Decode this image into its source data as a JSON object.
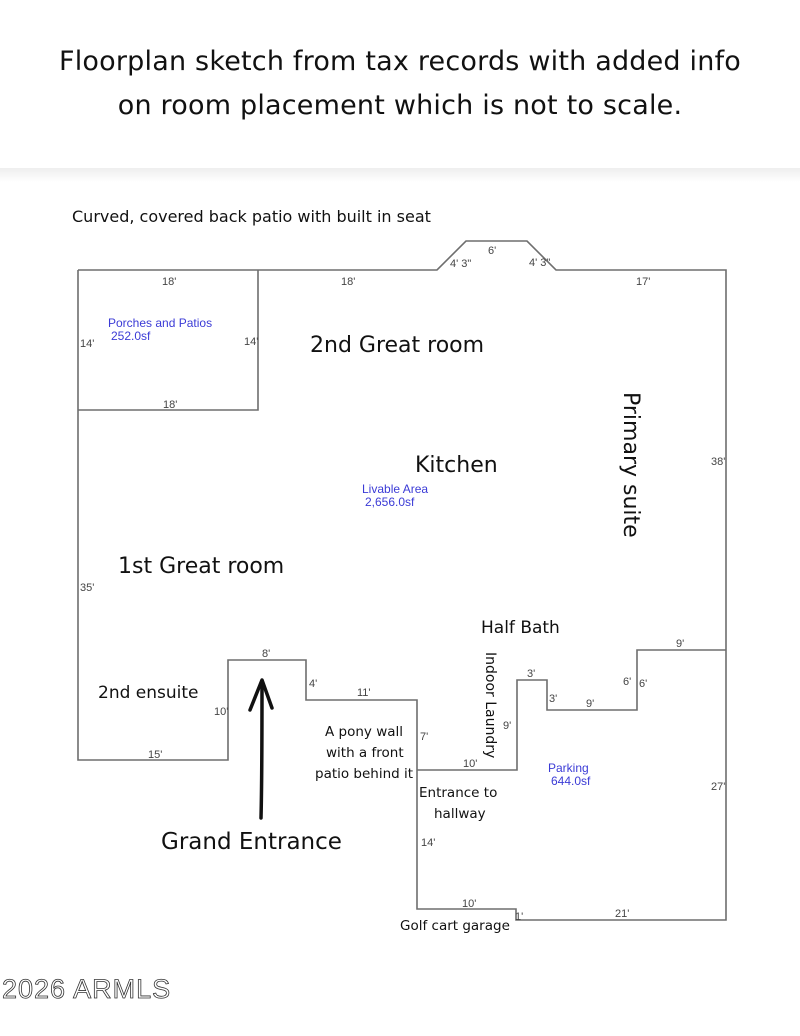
{
  "header": {
    "title_line1": "Floorplan sketch from tax records with added info",
    "title_line2": "on room placement which is not to scale."
  },
  "annotations": {
    "back_patio": "Curved, covered back patio with built in seat",
    "pony_wall_line1": "A pony wall",
    "pony_wall_line2": "with a front",
    "pony_wall_line3": "patio behind it",
    "entrance_hallway_line1": "Entrance to",
    "entrance_hallway_line2": "hallway",
    "golf_cart_garage": "Golf cart garage",
    "grand_entrance": "Grand Entrance"
  },
  "rooms": {
    "great_room_2": "2nd Great room",
    "kitchen": "Kitchen",
    "great_room_1": "1st Great room",
    "primary_suite": "Primary suite",
    "half_bath": "Half Bath",
    "indoor_laundry": "Indoor Laundry",
    "ensuite_2": "2nd ensuite"
  },
  "areas": {
    "porches_label": "Porches and Patios",
    "porches_value": "252.0sf",
    "livable_label": "Livable Area",
    "livable_value": "2,656.0sf",
    "parking_label": "Parking",
    "parking_value": "644.0sf"
  },
  "dimensions": {
    "patio_top": "18'",
    "patio_left": "14'",
    "patio_right": "14'",
    "patio_bottom": "18'",
    "top_mid": "18'",
    "bay_left": "4' 3\"",
    "bay_top": "6'",
    "bay_right": "4' 3\"",
    "top_right": "17'",
    "right_upper": "38'",
    "left_wall": "35'",
    "ensuite_bottom": "15'",
    "ensuite_right": "10'",
    "entry_top": "8'",
    "entry_step": "4'",
    "pony_top": "11'",
    "pony_right": "7'",
    "laundry_bottom": "10'",
    "laundry_right": "9'",
    "bath_top": "3'",
    "bath_step": "3'",
    "bath_bottom": "9'",
    "step_left": "6'",
    "step_right": "6'",
    "right_notch_top": "9'",
    "right_lower": "27'",
    "hall_left": "14'",
    "garage_bottom": "10'",
    "garage_step": "1'",
    "bottom_right": "21'"
  },
  "watermark": "2026 ARMLS",
  "colors": {
    "wall": "#6e6e6e",
    "area_label": "#3b3bd6",
    "text": "#111111"
  }
}
